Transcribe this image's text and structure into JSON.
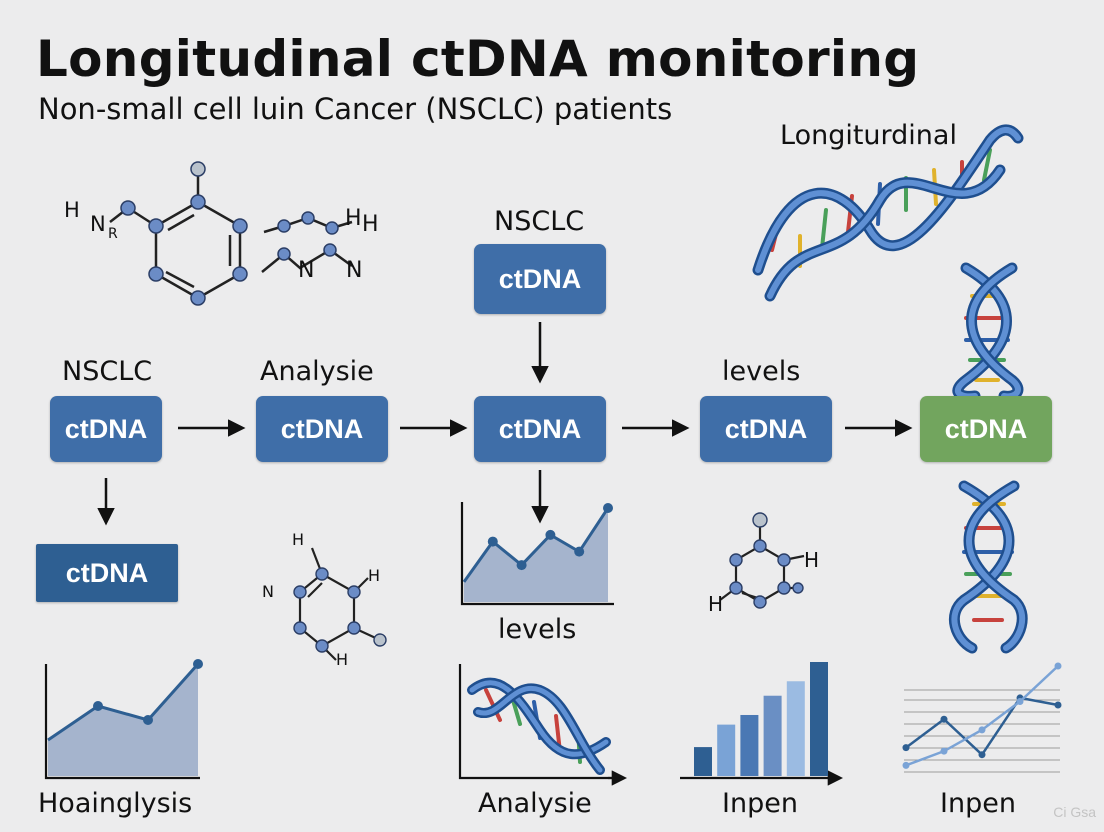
{
  "title": "Longitudinal ctDNA monitoring",
  "subtitle": "Non-small cell luin Cancer (NSCLC) patients",
  "labels": {
    "longiturdinal": "Longiturdinal",
    "nsclc_top": "NSCLC",
    "nsclc_left": "NSCLC",
    "analysie_mid": "Analysie",
    "levels_right": "levels",
    "levels_center": "levels",
    "hoainglysis": "Hoainglysis",
    "analysie_bottom": "Analysie",
    "inpen_1": "Inpen",
    "inpen_2": "Inpen"
  },
  "boxes": {
    "top": "ctDNA",
    "flow_1": "ctDNA",
    "flow_2": "ctDNA",
    "flow_3": "ctDNA",
    "flow_4": "ctDNA",
    "flow_5": "ctDNA",
    "lower_left": "ctDNA"
  },
  "molecules": {
    "m1": [
      "H",
      "N",
      "R",
      "H",
      "H",
      "N",
      "N"
    ],
    "m2": [
      "H",
      "H",
      "N",
      "H"
    ],
    "m3": [
      "H",
      "H"
    ]
  },
  "watermark": "Ci Gsa",
  "colors": {
    "box_blue": "#3f6ea8",
    "box_dark": "#2e5f92",
    "box_green": "#72a55e",
    "dna_blue": "#3a6db5",
    "chart_fill": "#8ea2c2"
  },
  "chart_data": [
    {
      "type": "area",
      "x": [
        1,
        2,
        3,
        4
      ],
      "values": [
        1.8,
        3.5,
        2.8,
        5.6
      ]
    },
    {
      "type": "area",
      "x": [
        1,
        2,
        3,
        4,
        5,
        6
      ],
      "values": [
        1.2,
        3.6,
        2.2,
        4.0,
        3.0,
        5.6
      ]
    },
    {
      "type": "bar",
      "categories": [
        "1",
        "2",
        "3",
        "4",
        "5",
        "6"
      ],
      "values": [
        1.8,
        3.2,
        3.8,
        5.0,
        5.9,
        7.1
      ]
    },
    {
      "type": "line",
      "series": [
        {
          "values": [
            1.6,
            3.2,
            1.2,
            4.4,
            4.0
          ]
        },
        {
          "values": [
            0.6,
            1.4,
            2.6,
            4.2,
            6.2
          ]
        }
      ]
    }
  ]
}
